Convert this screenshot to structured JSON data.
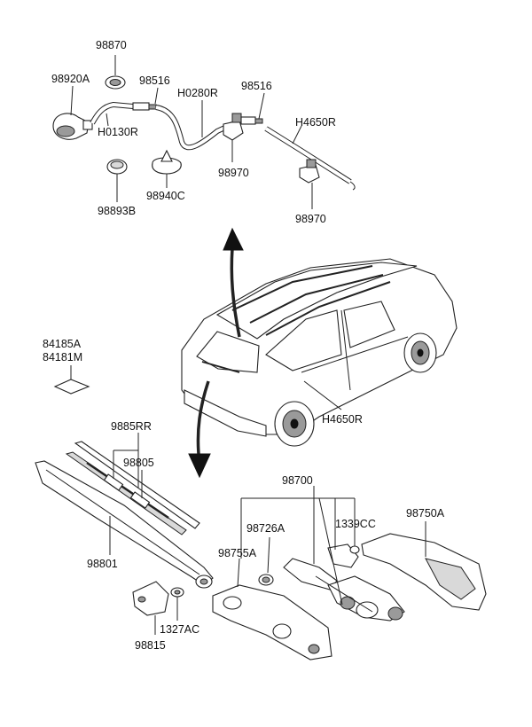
{
  "labels": {
    "p98870": "98870",
    "p98920A": "98920A",
    "p98516a": "98516",
    "pH0280R": "H0280R",
    "p98516b": "98516",
    "pH0130R": "H0130R",
    "pH4650R_top": "H4650R",
    "p98970a": "98970",
    "p98893B": "98893B",
    "p98940C": "98940C",
    "p98970b": "98970",
    "p84185A": "84185A",
    "p84181M": "84181M",
    "pH4650R_car": "H4650R",
    "p9885RR": "9885RR",
    "p98805": "98805",
    "p98700": "98700",
    "p98726A": "98726A",
    "p1339CC": "1339CC",
    "p98750A": "98750A",
    "p98801": "98801",
    "p98755A": "98755A",
    "p1327AC": "1327AC",
    "p98815": "98815"
  }
}
